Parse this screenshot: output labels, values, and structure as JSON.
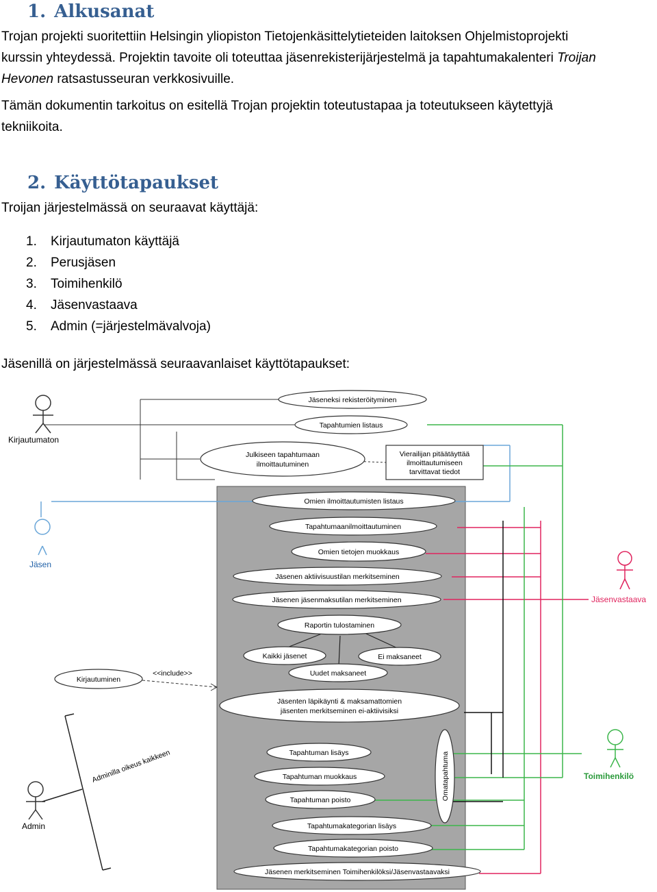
{
  "section1": {
    "number": "1.",
    "title": "Alkusanat",
    "para1_a": "Trojan projekti suoritettiin Helsingin yliopiston Tietojenkäsittelytieteiden laitoksen Ohjelmistoprojekti",
    "para1_b": "kurssin yhteydessä. Projektin tavoite oli toteuttaa jäsenrekisterijärjestelmä ja tapahtumakalenteri",
    "para1_italic1": "Troijan",
    "para1_italic2": "Hevonen",
    "para1_c": "ratsastusseuran verkkosivuille.",
    "para2_a": "Tämän dokumentin tarkoitus on esitellä Trojan projektin toteutustapaa ja toteutukseen käytettyjä",
    "para2_b": "tekniikoita."
  },
  "section2": {
    "number": "2.",
    "title": "Käyttötapaukset",
    "intro": "Troijan järjestelmässä on seuraavat käyttäjä:",
    "users": [
      {
        "n": "1.",
        "label": "Kirjautumaton käyttäjä"
      },
      {
        "n": "2.",
        "label": "Perusjäsen"
      },
      {
        "n": "3.",
        "label": "Toimihenkilö"
      },
      {
        "n": "4.",
        "label": "Jäsenvastaava"
      },
      {
        "n": "5.",
        "label": "Admin (=järjestelmävalvoja)"
      }
    ],
    "outro": "Jäsenillä on järjestelmässä seuraavanlaiset käyttötapaukset:"
  },
  "diagram": {
    "actors": {
      "kirjautumaton": "Kirjautumaton",
      "jasen": "Jäsen",
      "jasenvastaava": "Jäsenvastaava",
      "toimihenkilo": "Toimihenkilö",
      "admin": "Admin"
    },
    "uc_register": "Jäseneksi rekisteröityminen",
    "uc_listing": "Tapahtumien listaus",
    "uc_public1": "Julkiseen tapahtumaan",
    "uc_public2": "ilmoittautuminen",
    "note1": "Vierailijan pitäätäyttää",
    "note2": "ilmoittautumiseen",
    "note3": "tarvittavat tiedot",
    "uc_own_list": "Omien ilmoittautumisten listaus",
    "uc_event_signup": "Tapahtumaanilmoittautuminen",
    "uc_edit_info": "Omien tietojen muokkaus",
    "uc_activity": "Jäsenen aktiivisuustilan merkitseminen",
    "uc_fee": "Jäsenen jäsenmaksutilan merkitseminen",
    "uc_report": "Raportin tulostaminen",
    "uc_all": "Kaikki jäsenet",
    "uc_unpaid": "Ei maksaneet",
    "uc_new": "Uudet maksaneet",
    "uc_pass1": "Jäsenten läpikäynti & maksamattomien",
    "uc_pass2": "jäsenten merkitseminen ei-aktiivisiksi",
    "uc_login": "Kirjautuminen",
    "include": "<<include>>",
    "uc_add_event": "Tapahtuman lisäys",
    "uc_edit_event": "Tapahtuman muokkaus",
    "uc_del_event": "Tapahtuman poisto",
    "uc_add_cat": "Tapahtumakategorian lisäys",
    "uc_del_cat": "Tapahtumakategorian poisto",
    "uc_mark_staff": "Jäsenen merkitseminen Toimihenkilöksi/Jäsenvastaavaksi",
    "uc_own_event": "Omatapahtuma",
    "admin_rights": "Adminilla oikeus kaikkeen"
  }
}
